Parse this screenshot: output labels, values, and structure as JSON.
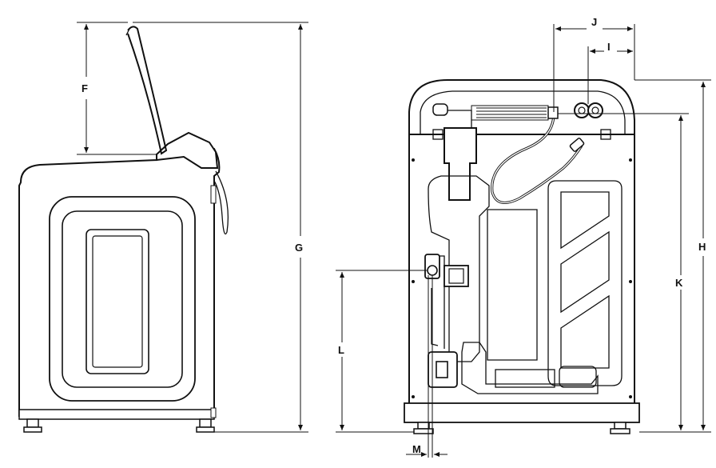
{
  "dimensions": {
    "F": "F",
    "G": "G",
    "H": "H",
    "I": "I",
    "J": "J",
    "K": "K",
    "L": "L",
    "M": "M"
  },
  "views": {
    "side_view": "washer-side-view",
    "rear_view": "washer-rear-view"
  }
}
